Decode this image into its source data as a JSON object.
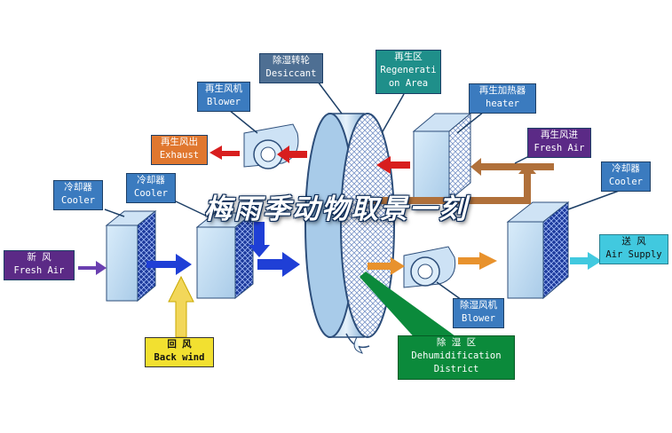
{
  "labels": {
    "desiccant": {
      "cn": "除湿转轮",
      "en": "Desiccant"
    },
    "regeneration": {
      "cn": "再生区",
      "en1": "Regenerati",
      "en2": "on Area"
    },
    "regen_blower": {
      "cn": "再生风机",
      "en": "Blower"
    },
    "regen_heater": {
      "cn": "再生加热器",
      "en": "heater"
    },
    "exhaust": {
      "cn": "再生风出",
      "en": "Exhaust"
    },
    "regen_fresh_air": {
      "cn": "再生风进",
      "en": "Fresh Air"
    },
    "cooler_left": {
      "cn": "冷却器",
      "en": "Cooler"
    },
    "cooler_mid": {
      "cn": "冷却器",
      "en": "Cooler"
    },
    "cooler_right": {
      "cn": "冷却器",
      "en": "Cooler"
    },
    "fresh_air": {
      "cn": "新   风",
      "en": "Fresh Air"
    },
    "air_supply": {
      "cn": "送  风",
      "en": "Air Supply"
    },
    "back_wind": {
      "cn": "回    风",
      "en": "Back wind"
    },
    "process_blower": {
      "cn": "除湿风机",
      "en": "Blower"
    },
    "dehumid_district": {
      "cn": "除   湿   区",
      "en1": "Dehumidification",
      "en2": "District"
    }
  },
  "banner": "梅雨季动物取景一刻",
  "colors": {
    "label_blue": "#3b7bbf",
    "exhaust_orange": "#e0772f",
    "regen_purple": "#5b2a86",
    "back_wind_yellow": "#f2e030",
    "supply_cyan": "#41c9df",
    "dehumid_green": "#0b8a3b",
    "flow_blue": "#1f3fd6",
    "flow_orange": "#e8922d",
    "flow_red": "#d81e1e",
    "flow_purple": "#6a3fb0"
  }
}
